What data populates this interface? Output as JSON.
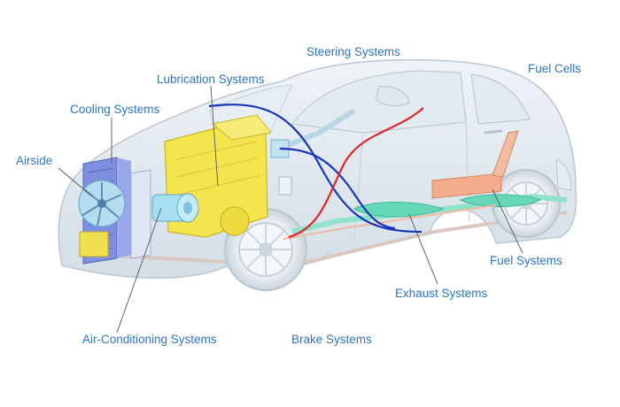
{
  "labels": {
    "steering": "Steering Systems",
    "fuel_cells": "Fuel Cells",
    "lubrication": "Lubrication Systems",
    "cooling": "Cooling Systems",
    "airside": "Airside",
    "fuel_systems": "Fuel Systems",
    "exhaust": "Exhaust Systems",
    "air_conditioning": "Air-Conditioning Systems",
    "brake": "Brake Systems"
  },
  "colors": {
    "label": "#2f74b8",
    "car_body": "#cdd9e2",
    "engine": "#f2e24a",
    "radiator": "#6f7fd8",
    "fan": "#9ccbe6",
    "exhaust_pipe": "#5fd4b0",
    "fuel_tank": "#f2a98a",
    "blue_curve": "#1736b8",
    "red_curve": "#e0262b"
  }
}
